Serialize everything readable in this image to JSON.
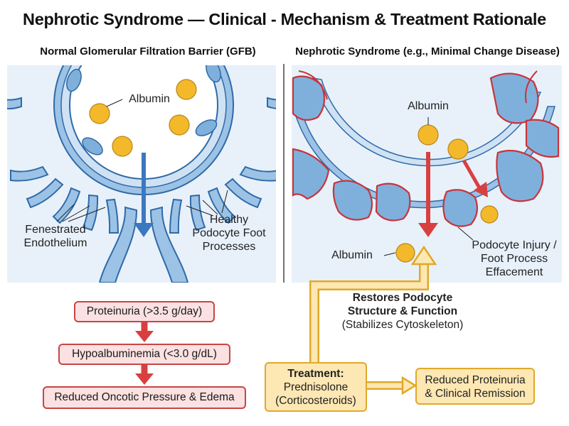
{
  "title": "Nephrotic Syndrome — Clinical - Mechanism & Treatment Rationale",
  "left_panel": {
    "title": "Normal Glomerular Filtration Barrier (GFB)",
    "albumin_label": "Albumin",
    "endothelium_label": [
      "Fenestrated",
      "Endothelium"
    ],
    "podocyte_label": [
      "Healthy",
      "Podocyte Foot",
      "Processes"
    ]
  },
  "right_panel": {
    "title": "Nephrotic Syndrome (e.g., Minimal Change Disease)",
    "albumin_top_label": "Albumin",
    "albumin_bottom_label": "Albumin",
    "injury_label": [
      "Podocyte Injury /",
      "Foot Process",
      "Effacement"
    ]
  },
  "flow": {
    "steps": [
      "Proteinuria (>3.5 g/day)",
      "Hypoalbuminemia (<3.0 g/dL)",
      "Reduced Oncotic Pressure & Edema"
    ]
  },
  "treatment": {
    "heading": "Treatment:",
    "drug": "Prednisolone",
    "drug_class": "(Corticosteroids)",
    "effect_bold": [
      "Restores Podocyte",
      "Structure & Function"
    ],
    "effect_note": "(Stabilizes Cytoskeleton)",
    "outcome": [
      "Reduced Proteinuria",
      "& Clinical Remission"
    ]
  },
  "colors": {
    "membrane_blue": "#c7dcef",
    "cell_blue": "#7fb0dc",
    "outline_blue": "#2f6aa8",
    "albumin_gold": "#f3b92b",
    "injury_red": "#c8343b",
    "flow_red": "#d84040",
    "treatment_yellow": "#f2b632"
  }
}
